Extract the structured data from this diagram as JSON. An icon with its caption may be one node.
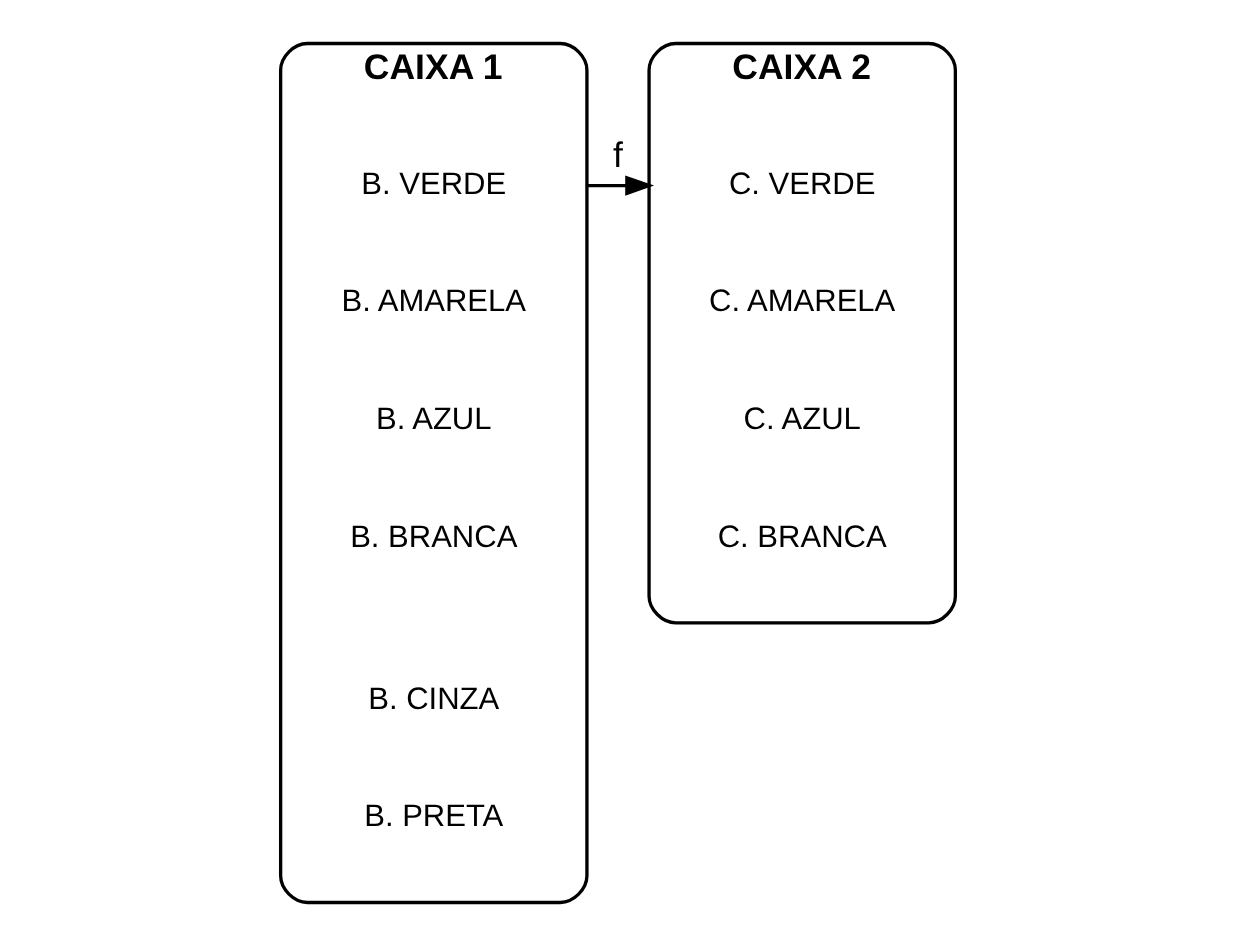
{
  "diagram": {
    "nodes": [
      {
        "text": [
          "CAIXA 1"
        ]
      },
      {
        "text": [
          "B. VERDE"
        ],
        "in": 0
      },
      {
        "text": [
          "B. AMARELA"
        ],
        "in": 0
      },
      {
        "text": [
          "B. AZUL"
        ],
        "in": 0
      },
      {
        "text": [
          "B. BRANCA"
        ],
        "in": 0
      },
      {
        "text": [
          "B. CINZA"
        ],
        "in": 0
      },
      {
        "text": [
          "B. PRETA"
        ],
        "in": 0
      },
      {
        "text": [
          "CAIXA 2"
        ]
      },
      {
        "text": [
          "C. VERDE"
        ],
        "in": 7
      },
      {
        "text": [
          "C. AMARELA"
        ],
        "in": 7
      },
      {
        "text": [
          "C. AZUL"
        ],
        "in": 7
      },
      {
        "text": [
          "C. BRANCA"
        ],
        "in": 7
      }
    ],
    "edges": [
      {
        "from": 0,
        "to": 7,
        "arrow": "to",
        "label": "f"
      }
    ]
  }
}
